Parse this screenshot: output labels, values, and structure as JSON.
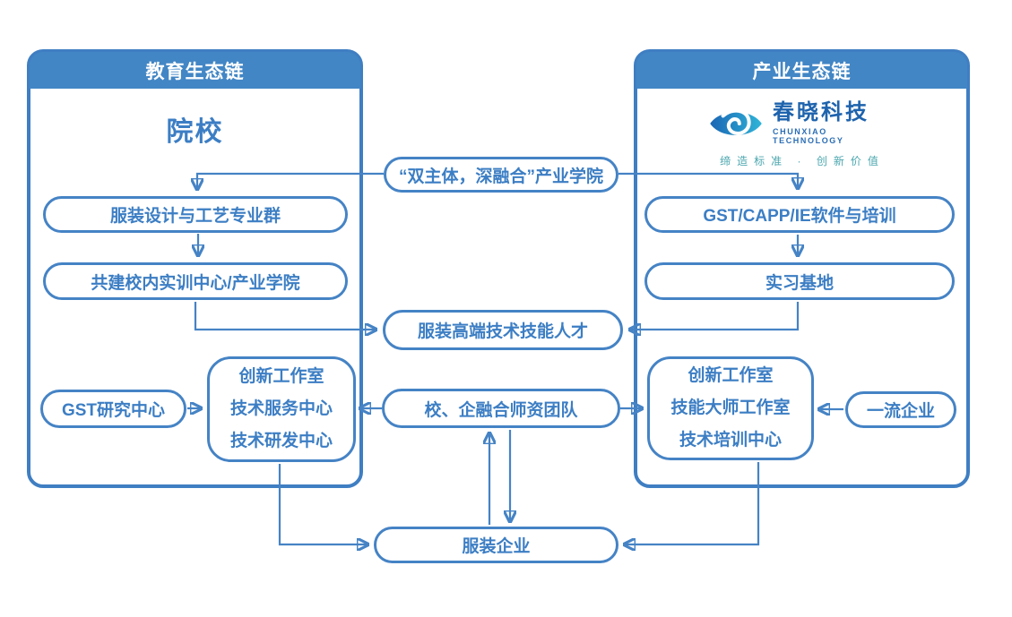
{
  "colors": {
    "primary_blue": "#4583c5",
    "header_fill": "#4286c5",
    "node_text_blue": "#3c7ec4",
    "logo_blue": "#1e63ad",
    "logo_gradient_start": "#1b66b4",
    "logo_gradient_end": "#2fb4d8",
    "tagline_teal": "#4aa6ae"
  },
  "left_panel": {
    "header": "教育生态链",
    "title": "院校",
    "major_group": "服装设计与工艺专业群",
    "training_center": "共建校内实训中心/产业学院",
    "gst_research": "GST研究中心",
    "centers": [
      "创新工作室",
      "技术服务中心",
      "技术研发中心"
    ]
  },
  "right_panel": {
    "header": "产业生态链",
    "logo": {
      "name": "春晓科技",
      "name_en": "CHUNXIAO TECHNOLOGY",
      "tagline": "缔造标准 · 创新价值"
    },
    "software_training": "GST/CAPP/IE软件与培训",
    "internship_base": "实习基地",
    "centers": [
      "创新工作室",
      "技能大师工作室",
      "技术培训中心"
    ],
    "top_enterprise": "一流企业"
  },
  "middle": {
    "industry_college": "“双主体，深融合”产业学院",
    "talent": "服装高端技术技能人才",
    "faculty_team": "校、企融合师资团队",
    "garment_enterprise": "服装企业"
  }
}
